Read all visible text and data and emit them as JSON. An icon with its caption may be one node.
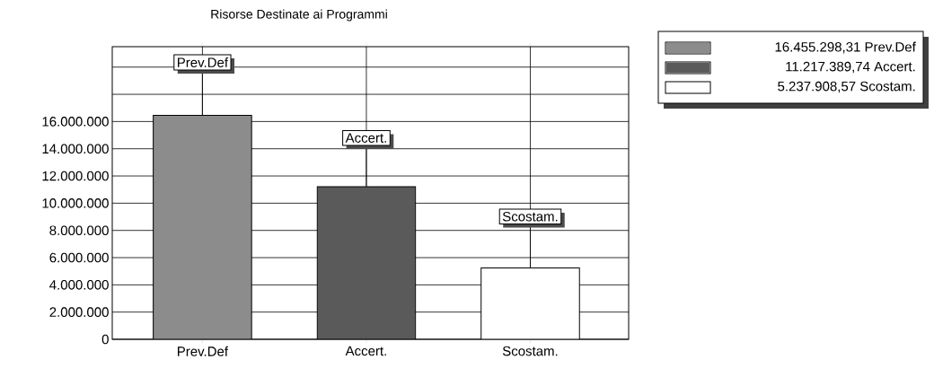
{
  "diagram": {
    "title": "Risorse Destinate ai Programmi",
    "legend": [
      {
        "text": "16.455.298,31 Prev.Def",
        "color": "#8c8c8c"
      },
      {
        "text": "11.217.389,74 Accert.",
        "color": "#5a5a5a"
      },
      {
        "text": "5.237.908,57 Scostam.",
        "color": "#ffffff"
      }
    ],
    "chart_data": {
      "type": "bar",
      "categories": [
        "Prev.Def",
        "Accert.",
        "Scostam."
      ],
      "series": [
        {
          "color": "#8c8c8c",
          "values": [
            16455298.31,
            null,
            null
          ]
        },
        {
          "color": "#5a5a5a",
          "values": [
            null,
            11217389.74,
            null
          ]
        },
        {
          "color": "#ffffff",
          "values": [
            null,
            null,
            5237908.57
          ]
        }
      ],
      "ylim": [
        0,
        21500000
      ],
      "grid": true,
      "yticks": [
        {
          "value": 0,
          "label": "0"
        },
        {
          "value": 2000000,
          "label": "2.000.000"
        },
        {
          "value": 4000000,
          "label": "4.000.000"
        },
        {
          "value": 6000000,
          "label": "6.000.000"
        },
        {
          "value": 8000000,
          "label": "8.000.000"
        },
        {
          "value": 10000000,
          "label": "10.000.000"
        },
        {
          "value": 12000000,
          "label": "12.000.000"
        },
        {
          "value": 14000000,
          "label": "14.000.000"
        },
        {
          "value": 16000000,
          "label": "16.000.000"
        }
      ],
      "value_labels": [
        "Prev.Def",
        "Accert.",
        "Scostam."
      ]
    }
  }
}
